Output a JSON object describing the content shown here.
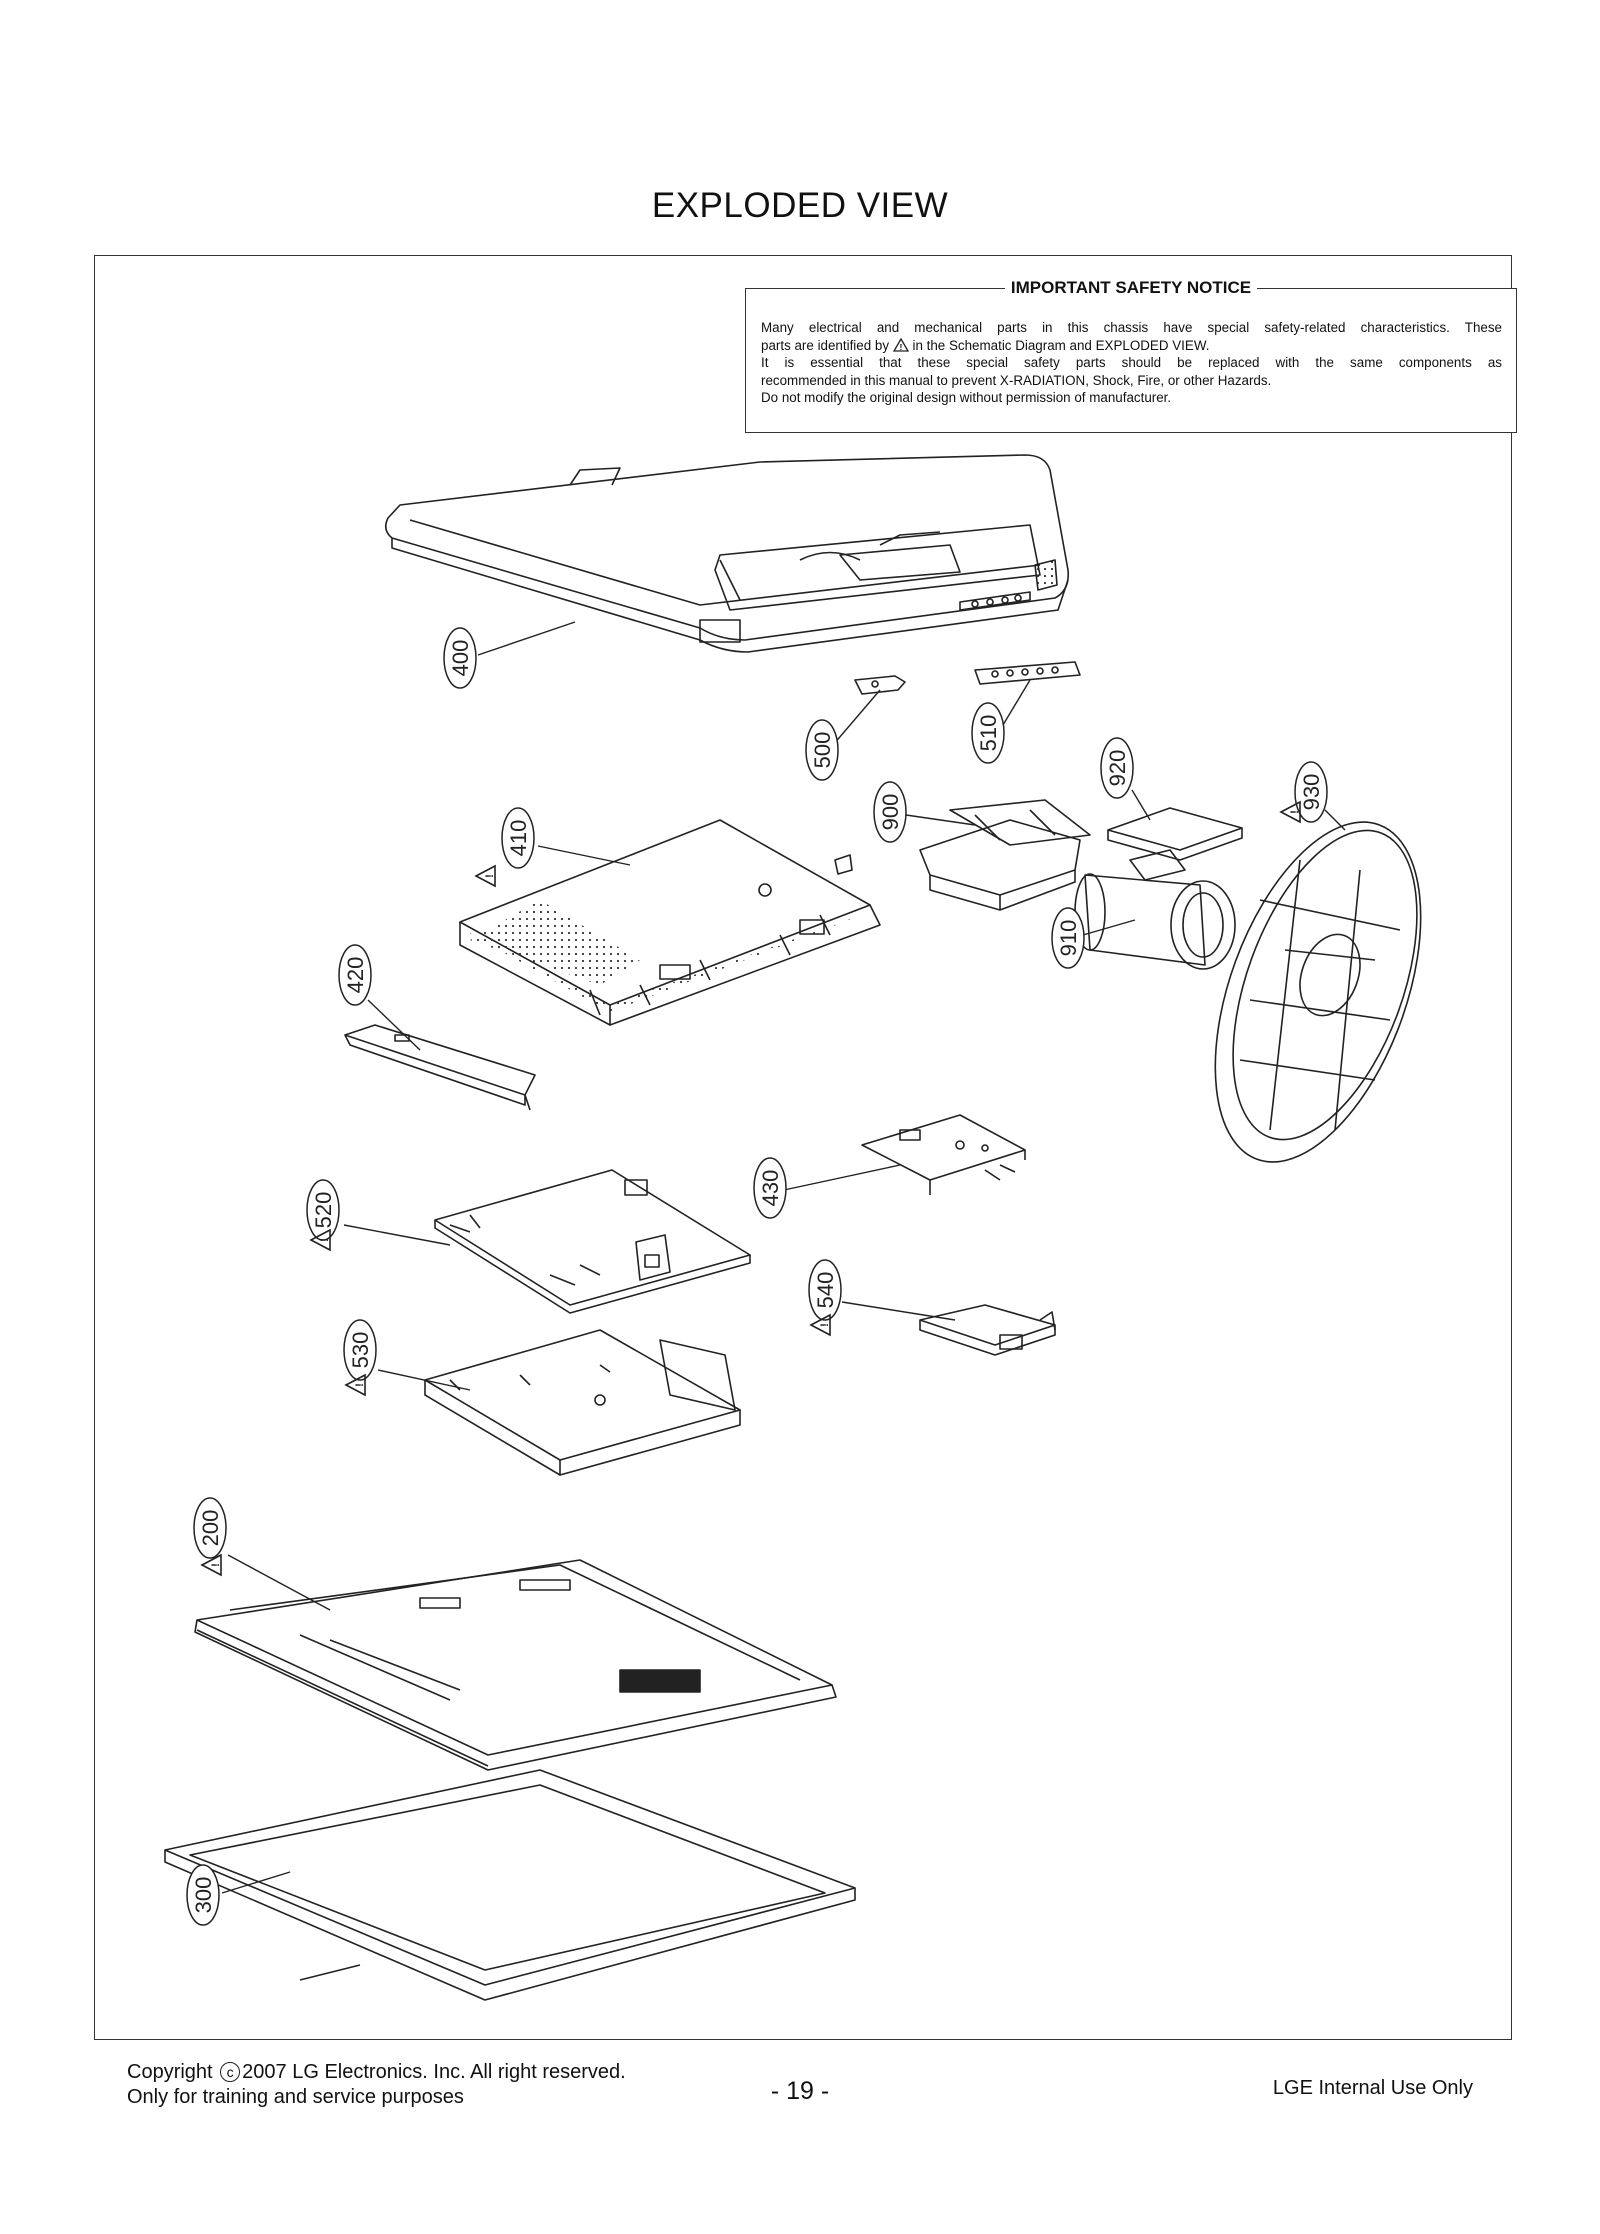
{
  "page": {
    "title": "EXPLODED VIEW"
  },
  "notice": {
    "title": "IMPORTANT SAFETY NOTICE",
    "line1": "Many electrical and mechanical parts in this chassis have special safety-related characteristics. These",
    "line2_pre": "parts are identified by",
    "line2_post": "in the Schematic Diagram and EXPLODED VIEW.",
    "line3": "It is essential that these special safety parts should be replaced with the same components as",
    "line4": "recommended in this manual to prevent X-RADIATION, Shock, Fire, or other Hazards.",
    "line5": "Do not modify the original design without permission of manufacturer."
  },
  "parts": [
    "400",
    "500",
    "510",
    "920",
    "930",
    "900",
    "410",
    "910",
    "420",
    "430",
    "520",
    "540",
    "530",
    "200",
    "300"
  ],
  "safety_parts": [
    "930",
    "410",
    "520",
    "540",
    "530",
    "200"
  ],
  "footer": {
    "copyright_pre": "Copyright",
    "copyright_symbol": "c",
    "copyright_post": "2007 LG Electronics. Inc. All right reserved.",
    "line2": "Only for training and service purposes",
    "page_number": "- 19 -",
    "internal": "LGE Internal Use Only"
  }
}
